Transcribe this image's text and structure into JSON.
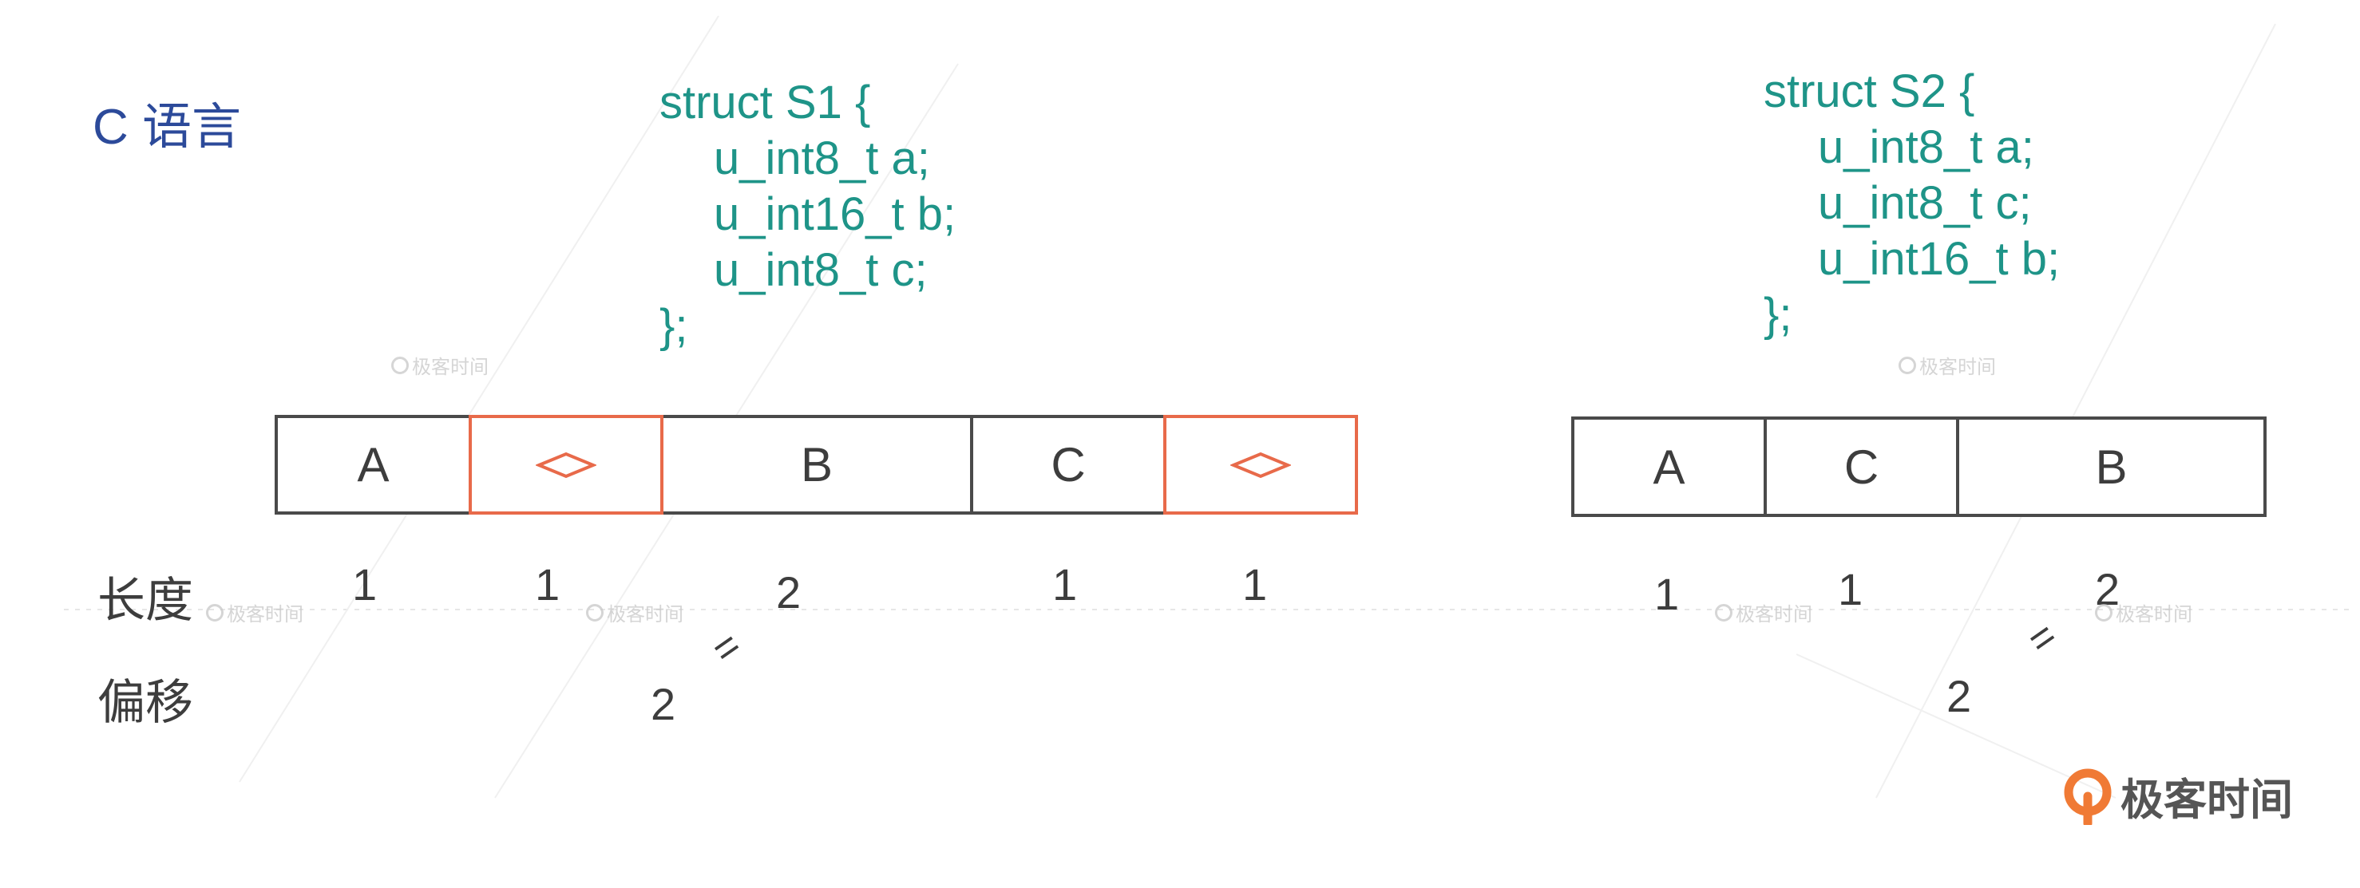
{
  "title": "C 语言",
  "structs": [
    {
      "lines": [
        "struct S1 {",
        "u_int8_t a;",
        "u_int16_t b;",
        "u_int8_t c;",
        "};"
      ]
    },
    {
      "lines": [
        "struct S2 {",
        "u_int8_t a;",
        "u_int8_t c;",
        "u_int16_t b;",
        "};"
      ]
    }
  ],
  "row_labels": {
    "length": "长度",
    "offset": "偏移"
  },
  "layouts": [
    {
      "cells": [
        {
          "label": "A",
          "padding": false
        },
        {
          "label": "",
          "padding": true
        },
        {
          "label": "B",
          "padding": false
        },
        {
          "label": "C",
          "padding": false
        },
        {
          "label": "",
          "padding": true
        }
      ],
      "lengths": [
        "1",
        "1",
        "2",
        "1",
        "1"
      ],
      "offset_value": "2",
      "equals_symbol": "="
    },
    {
      "cells": [
        {
          "label": "A",
          "padding": false
        },
        {
          "label": "C",
          "padding": false
        },
        {
          "label": "B",
          "padding": false
        }
      ],
      "lengths": [
        "1",
        "1",
        "2"
      ],
      "offset_value": "2",
      "equals_symbol": "="
    }
  ],
  "watermark": "极客时间",
  "brand": "极客时间",
  "colors": {
    "title": "#2c4a9a",
    "code": "#1e9488",
    "border": "#4a4a4a",
    "padding_border": "#e86a4a",
    "text": "#3d3d3d"
  },
  "icons": {
    "padding_marker": "diamond-icon",
    "brand_logo": "geektime-logo-icon"
  }
}
